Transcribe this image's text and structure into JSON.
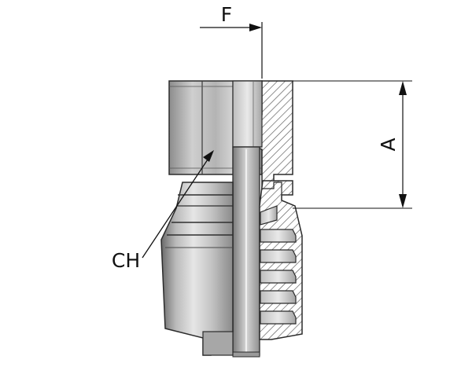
{
  "labels": {
    "f": "F",
    "a": "A",
    "ch": "CH"
  },
  "colors": {
    "body_light": "#d8d8d8",
    "body_mid": "#a9a9a9",
    "body_dark": "#6f6f6f",
    "outline": "#2b2b2b",
    "hatch": "#555555",
    "dimension": "#111111"
  }
}
